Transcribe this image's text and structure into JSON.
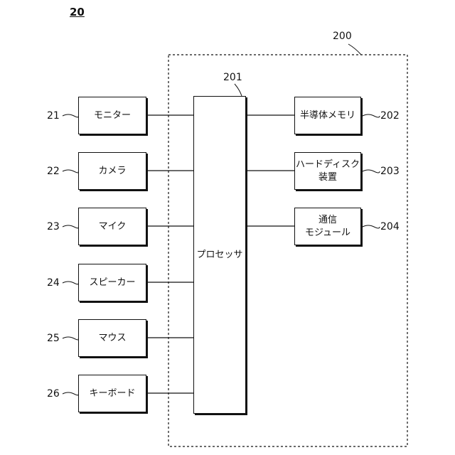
{
  "figure_number": "20",
  "system": {
    "ref": "200"
  },
  "processor": {
    "ref": "201",
    "label": "プロセッサ"
  },
  "peripherals": [
    {
      "ref": "21",
      "label": "モニター"
    },
    {
      "ref": "22",
      "label": "カメラ"
    },
    {
      "ref": "23",
      "label": "マイク"
    },
    {
      "ref": "24",
      "label": "スピーカー"
    },
    {
      "ref": "25",
      "label": "マウス"
    },
    {
      "ref": "26",
      "label": "キーボード"
    }
  ],
  "components": [
    {
      "ref": "202",
      "label": "半導体メモリ"
    },
    {
      "ref": "203",
      "label": "ハードディスク\n装置"
    },
    {
      "ref": "204",
      "label": "通信\nモジュール"
    }
  ]
}
